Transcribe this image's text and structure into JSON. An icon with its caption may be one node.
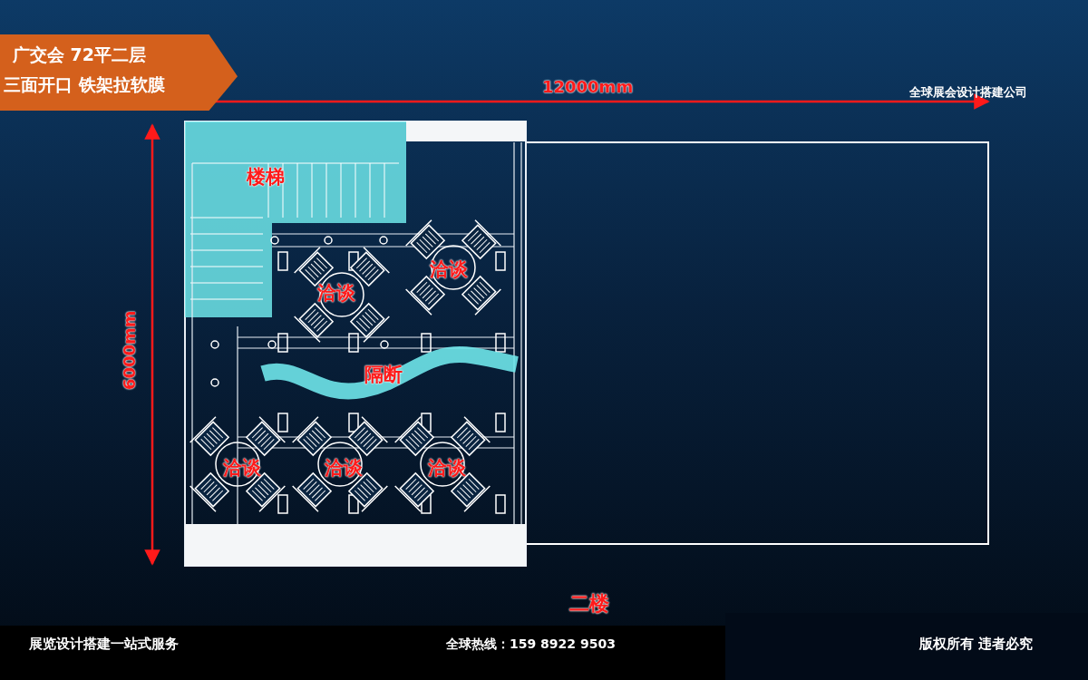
{
  "diagram": {
    "nodes": [
      {
        "text": [
          "广交会 72平二层",
          "三面开口 铁架拉软膜"
        ]
      }
    ],
    "labels": [
      "全球展会设计搭建公司",
      "12000mm",
      "6000mm",
      "楼梯",
      "洽谈",
      "洽谈",
      "隔断",
      "洽谈",
      "洽谈",
      "洽谈",
      "二楼",
      "展览设计搭建一站式服务",
      "全球热线：159 8922 9503",
      "版权所有 违者必究"
    ]
  }
}
